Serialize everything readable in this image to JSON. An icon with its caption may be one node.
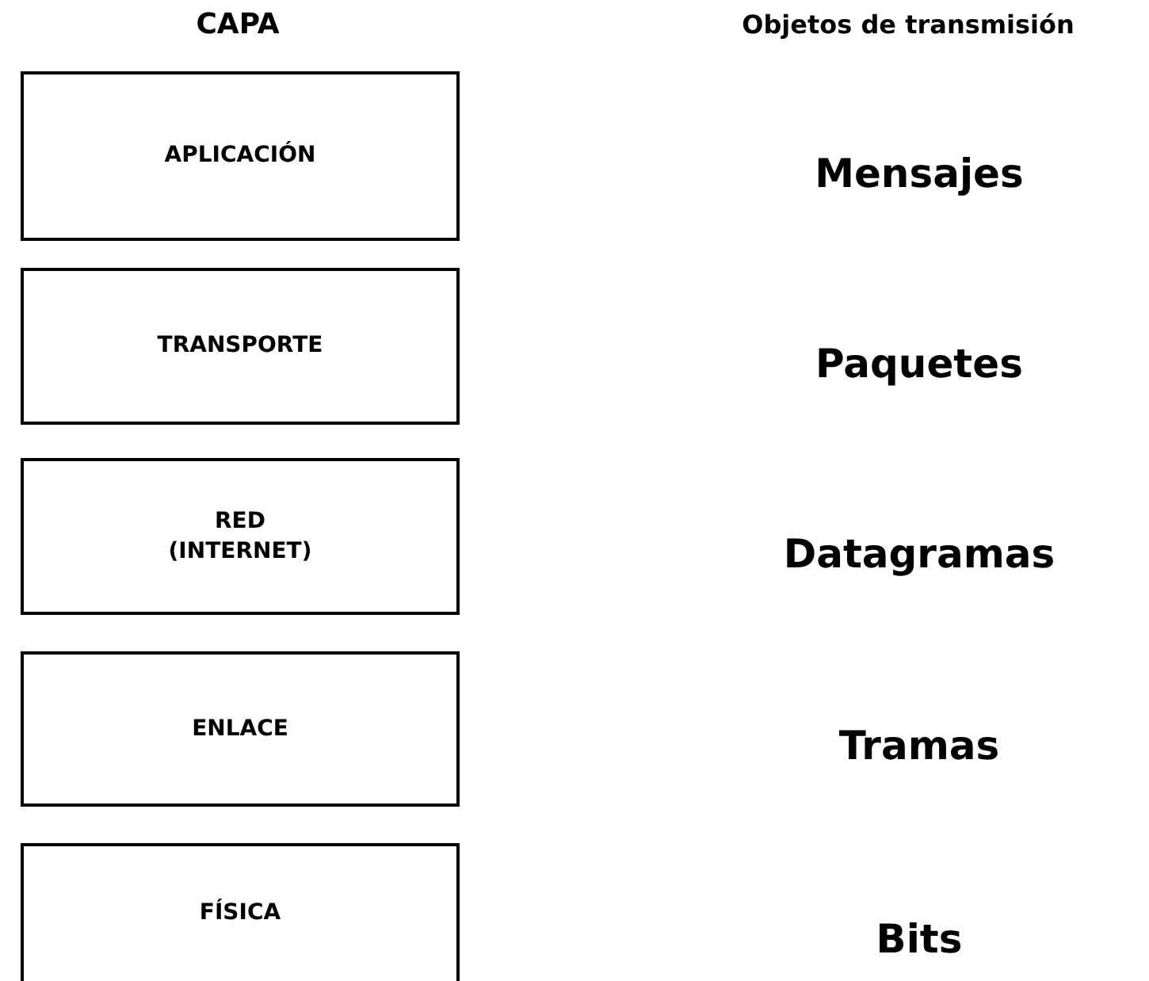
{
  "diagram": {
    "nodes": [
      {
        "text": [
          "APLICACIÓN"
        ]
      },
      {
        "text": [
          "TRANSPORTE"
        ]
      },
      {
        "text": [
          "RED (INTERNET)"
        ]
      },
      {
        "text": [
          "ENLACE"
        ]
      },
      {
        "text": [
          "FÍSICA"
        ]
      }
    ],
    "edges": [],
    "labels": [
      "CAPA",
      "Objetos de transmisión",
      "Mensajes",
      "Paquetes",
      "Datagramas",
      "Tramas",
      "Bits"
    ]
  }
}
